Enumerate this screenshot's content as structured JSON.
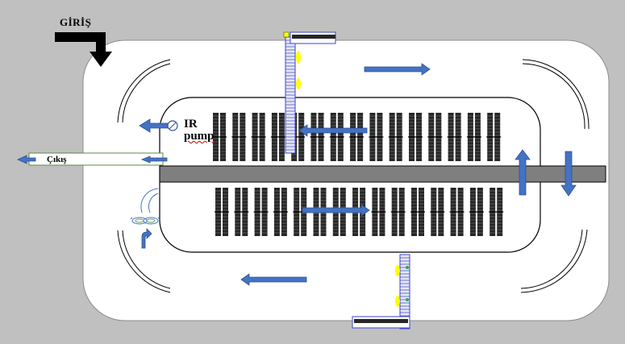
{
  "labels": {
    "entrance": "GİRİŞ",
    "pump_line1": "IR",
    "pump_line2": "pump",
    "exit": "Çıkış"
  },
  "colors": {
    "background": "#c0c0c0",
    "arrow_blue": "#4472c4",
    "shaft": "#7f7f7f",
    "rack": "#262626",
    "sensor_yellow": "#ffff00",
    "ladder_blue": "#3b46c8",
    "outline": "#000000"
  },
  "diagram": {
    "rack_rows": 2,
    "racks_per_row": 15,
    "icons": [
      "entrance-arrow-icon",
      "pump-icon",
      "goggles-icon",
      "hook-arrow-icon"
    ]
  }
}
